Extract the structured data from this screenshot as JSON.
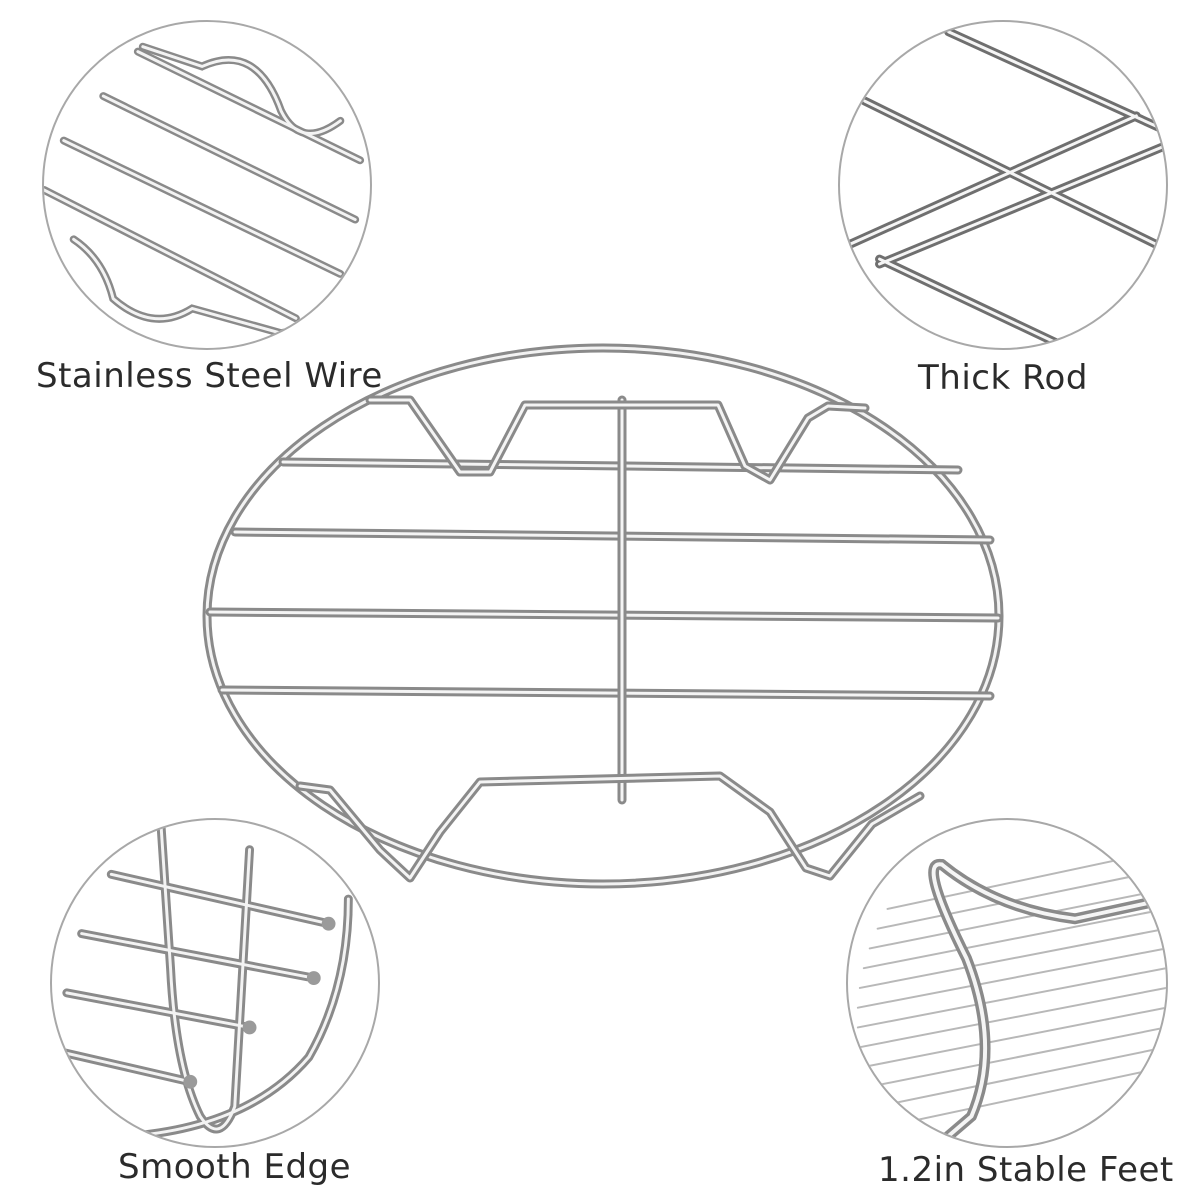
{
  "features": {
    "wire": {
      "label": "Stainless Steel Wire"
    },
    "rod": {
      "label": "Thick Rod"
    },
    "edge": {
      "label": "Smooth Edge"
    },
    "feet": {
      "label": "1.2in Stable Feet"
    }
  },
  "colors": {
    "steel_light": "#f4f4f4",
    "steel_mid": "#c9c9c9",
    "steel_dark": "#7a7a7a",
    "circle_border": "#a8a8a8",
    "label_text": "#2b2b2b"
  }
}
